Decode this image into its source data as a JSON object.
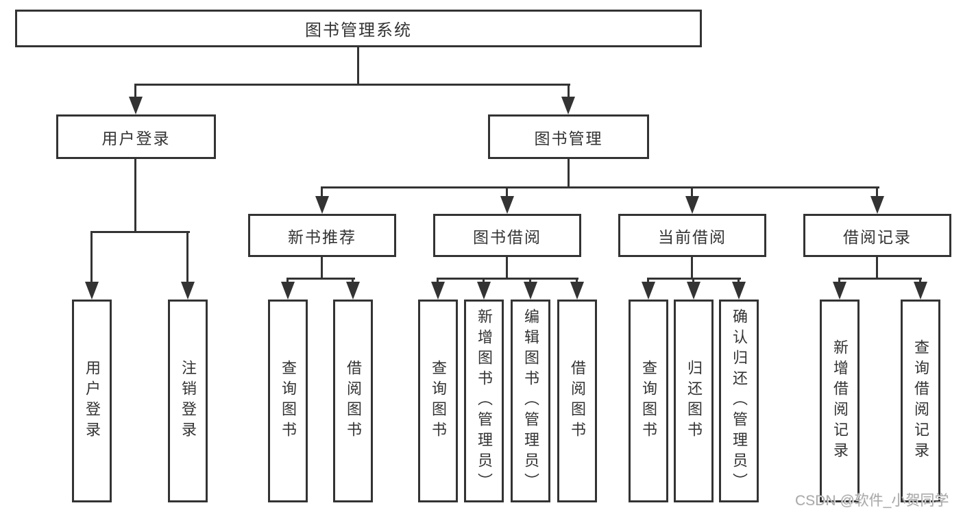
{
  "tree": {
    "label": "图书管理系统",
    "children": [
      {
        "label": "用户登录",
        "children": [
          {
            "label": "用户登录"
          },
          {
            "label": "注销登录"
          }
        ]
      },
      {
        "label": "图书管理",
        "children": [
          {
            "label": "新书推荐",
            "children": [
              {
                "label": "查询图书"
              },
              {
                "label": "借阅图书"
              }
            ]
          },
          {
            "label": "图书借阅",
            "children": [
              {
                "label": "查询图书"
              },
              {
                "label": "新增图书（管理员）"
              },
              {
                "label": "编辑图书（管理员）"
              },
              {
                "label": "借阅图书"
              }
            ]
          },
          {
            "label": "当前借阅",
            "children": [
              {
                "label": "查询图书"
              },
              {
                "label": "归还图书"
              },
              {
                "label": "确认归还（管理员）"
              }
            ]
          },
          {
            "label": "借阅记录",
            "children": [
              {
                "label": "新增借阅记录"
              },
              {
                "label": "查询借阅记录"
              }
            ]
          }
        ]
      }
    ]
  },
  "watermark": "CSDN @软件_小贺同学",
  "colors": {
    "line": "#333333",
    "text": "#333333",
    "watermark": "#a9a9a9",
    "background": "#ffffff"
  }
}
